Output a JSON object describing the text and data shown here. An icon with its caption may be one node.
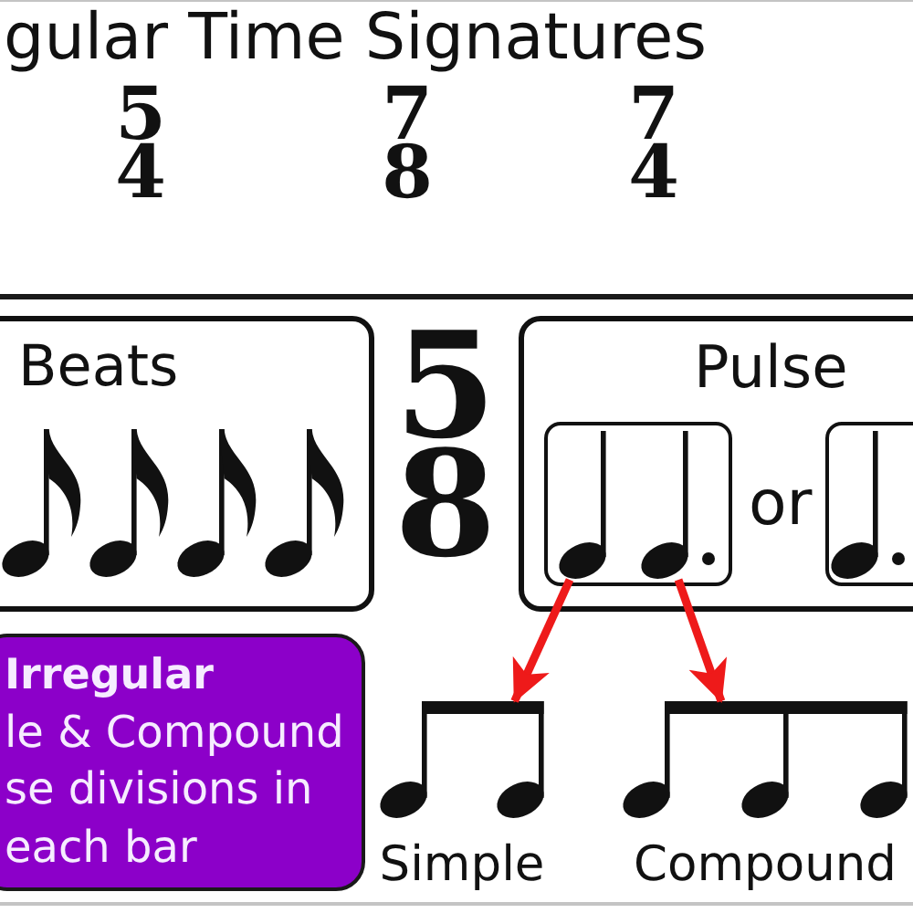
{
  "diagram": {
    "title": "gular Time Signatures",
    "nodes": [
      {
        "text": [
          "Beats"
        ]
      },
      {
        "text": [
          "Pulse"
        ]
      },
      {
        "text": [],
        "shape": "box",
        "in": 1
      },
      {
        "text": [],
        "shape": "picture",
        "in": 2
      },
      {
        "text": [],
        "shape": "picture",
        "in": 2
      },
      {
        "text": [],
        "shape": "box",
        "in": 1
      },
      {
        "text": [
          "Irregular",
          "le & Compound se divisions in each bar"
        ]
      },
      {
        "text": [],
        "shape": "picture",
        "beside": [
          "Simple"
        ]
      },
      {
        "text": [],
        "shape": "picture",
        "beside": [
          "Compound"
        ]
      }
    ],
    "edges": [
      {
        "from": 3,
        "to": 7,
        "arrow": "to"
      },
      {
        "from": 4,
        "to": 8,
        "arrow": "to"
      }
    ],
    "labels": [
      "5",
      "4",
      "7",
      "8",
      "7",
      "4",
      "5",
      "8",
      "or"
    ]
  }
}
